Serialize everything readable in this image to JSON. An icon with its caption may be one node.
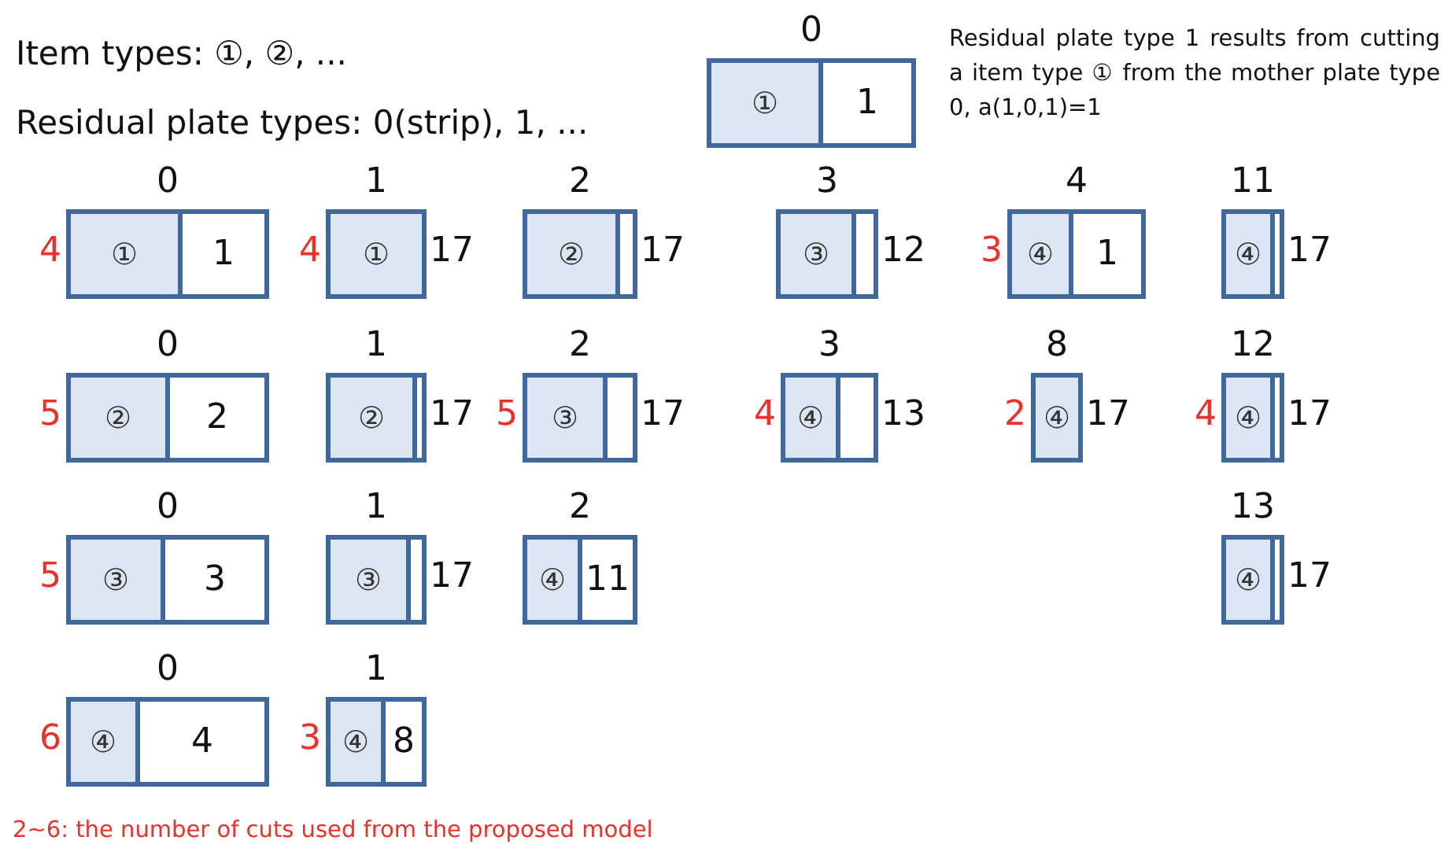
{
  "diagram": {
    "nodes": [
      {
        "text": [],
        "shape": "box",
        "beside": [
          "0"
        ]
      },
      {
        "text": [
          "①"
        ],
        "in": 0
      },
      {
        "text": [
          "1"
        ],
        "in": 0
      },
      {
        "text": [],
        "shape": "box",
        "beside": [
          "0",
          "4"
        ]
      },
      {
        "text": [
          "①"
        ],
        "in": 3
      },
      {
        "text": [
          "1"
        ],
        "in": 3
      },
      {
        "text": [],
        "shape": "box",
        "beside": [
          "1",
          "4",
          "17"
        ]
      },
      {
        "text": [
          "①"
        ],
        "in": 6
      },
      {
        "text": [],
        "shape": "box",
        "beside": [
          "2",
          "17"
        ]
      },
      {
        "text": [
          "②"
        ],
        "in": 8
      },
      {
        "text": [],
        "shape": "box",
        "in": 8
      },
      {
        "text": [],
        "shape": "box",
        "beside": [
          "3",
          "12"
        ]
      },
      {
        "text": [
          "③"
        ],
        "in": 11
      },
      {
        "text": [],
        "shape": "box",
        "in": 11
      },
      {
        "text": [],
        "shape": "box",
        "beside": [
          "4",
          "3"
        ]
      },
      {
        "text": [
          "④"
        ],
        "in": 14
      },
      {
        "text": [
          "1"
        ],
        "in": 14
      },
      {
        "text": [],
        "shape": "box",
        "beside": [
          "11",
          "17"
        ]
      },
      {
        "text": [
          "④"
        ],
        "in": 17
      },
      {
        "text": [],
        "shape": "box",
        "in": 17
      },
      {
        "text": [],
        "shape": "box",
        "beside": [
          "0",
          "5"
        ]
      },
      {
        "text": [
          "②"
        ],
        "in": 20
      },
      {
        "text": [
          "2"
        ],
        "in": 20
      },
      {
        "text": [],
        "shape": "box",
        "beside": [
          "1",
          "17"
        ]
      },
      {
        "text": [
          "②"
        ],
        "in": 23
      },
      {
        "text": [],
        "shape": "box",
        "in": 23
      },
      {
        "text": [],
        "shape": "box",
        "beside": [
          "2",
          "5",
          "17"
        ]
      },
      {
        "text": [
          "③"
        ],
        "in": 26
      },
      {
        "text": [],
        "shape": "box",
        "in": 26
      },
      {
        "text": [],
        "shape": "box",
        "beside": [
          "3",
          "4",
          "13"
        ]
      },
      {
        "text": [
          "④"
        ],
        "in": 29
      },
      {
        "text": [],
        "shape": "box",
        "in": 29
      },
      {
        "text": [],
        "shape": "box",
        "beside": [
          "8",
          "2",
          "17"
        ]
      },
      {
        "text": [
          "④"
        ],
        "in": 32
      },
      {
        "text": [],
        "shape": "box",
        "beside": [
          "12",
          "4",
          "17"
        ]
      },
      {
        "text": [
          "④"
        ],
        "in": 34
      },
      {
        "text": [],
        "shape": "box",
        "in": 34
      },
      {
        "text": [],
        "shape": "box",
        "beside": [
          "0",
          "5"
        ]
      },
      {
        "text": [
          "③"
        ],
        "in": 37
      },
      {
        "text": [
          "3"
        ],
        "in": 37
      },
      {
        "text": [],
        "shape": "box",
        "beside": [
          "1",
          "17"
        ]
      },
      {
        "text": [
          "③"
        ],
        "in": 40
      },
      {
        "text": [],
        "shape": "box",
        "in": 40
      },
      {
        "text": [],
        "shape": "box",
        "beside": [
          "2"
        ]
      },
      {
        "text": [
          "④"
        ],
        "in": 43
      },
      {
        "text": [
          "11"
        ],
        "in": 43
      },
      {
        "text": [],
        "shape": "box",
        "beside": [
          "13",
          "17"
        ]
      },
      {
        "text": [
          "④"
        ],
        "in": 46
      },
      {
        "text": [],
        "shape": "box",
        "in": 46
      },
      {
        "text": [],
        "shape": "box",
        "beside": [
          "0",
          "6"
        ]
      },
      {
        "text": [
          "④"
        ],
        "in": 49
      },
      {
        "text": [
          "4"
        ],
        "in": 49
      },
      {
        "text": [],
        "shape": "box",
        "beside": [
          "1",
          "3"
        ]
      },
      {
        "text": [
          "④"
        ],
        "in": 52
      },
      {
        "text": [
          "8"
        ],
        "in": 52
      }
    ],
    "labels": [
      "Item types: ①, ②, ...",
      "Residual plate types: 0(strip), 1, ...",
      "Residual plate type 1 results from cutting a item type ① from the mother plate type 0, a(1,0,1)=1",
      "2~6: the number of cuts used from the proposed model"
    ]
  }
}
